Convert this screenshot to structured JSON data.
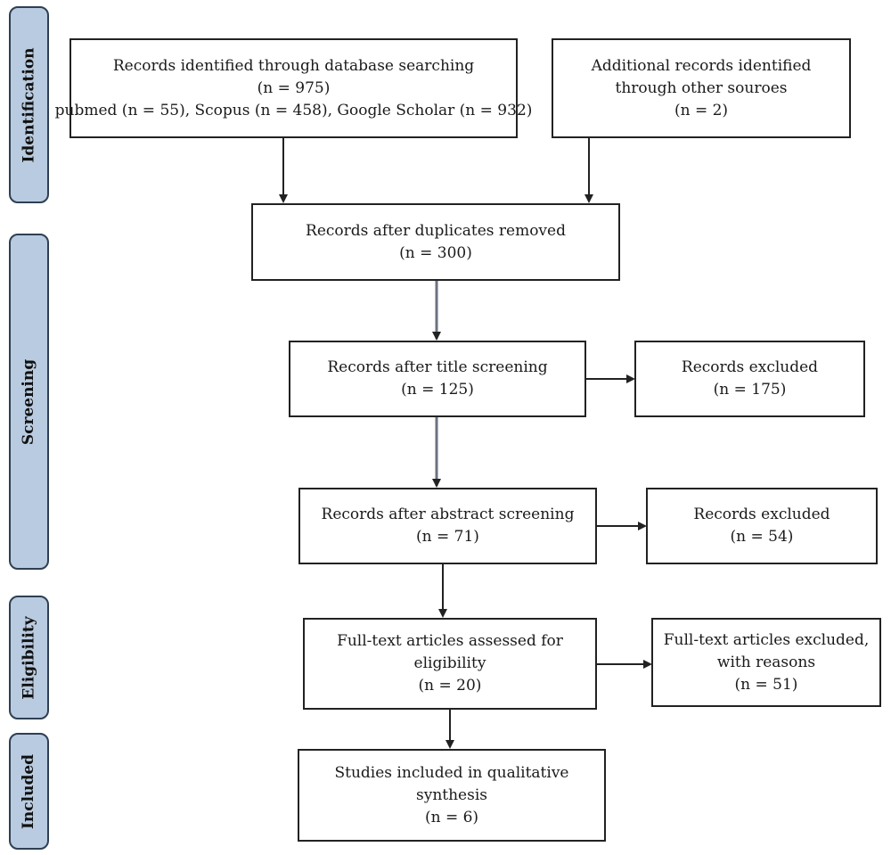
{
  "phases": {
    "identification": "Identification",
    "screening": "Screening",
    "eligibility": "Eligibility",
    "included": "Included"
  },
  "boxes": {
    "database_search": {
      "line1": "Records identified through database searching",
      "line2": "(n = 975)",
      "line3": "pubmed (n = 55), Scopus (n = 458), Google Scholar (n = 932)"
    },
    "other_sources": {
      "line1": "Additional records identified",
      "line2": "through other souroes",
      "line3": "(n = 2)"
    },
    "duplicates_removed": {
      "line1": "Records after duplicates removed",
      "line2": "(n = 300)"
    },
    "title_screening": {
      "line1": "Records after title screening",
      "line2": "(n = 125)"
    },
    "title_excluded": {
      "line1": "Records excluded",
      "line2": "(n = 175)"
    },
    "abstract_screening": {
      "line1": "Records after abstract screening",
      "line2": "(n = 71)"
    },
    "abstract_excluded": {
      "line1": "Records excluded",
      "line2": "(n = 54)"
    },
    "fulltext_assessed": {
      "line1": "Full-text articles assessed for",
      "line2": "eligibility",
      "line3": "(n = 20)"
    },
    "fulltext_excluded": {
      "line1": "Full-text articles excluded,",
      "line2": "with reasons",
      "line3": "(n = 51)"
    },
    "included_studies": {
      "line1": "Studies included in qualitative",
      "line2": "synthesis",
      "line3": "(n = 6)"
    }
  }
}
